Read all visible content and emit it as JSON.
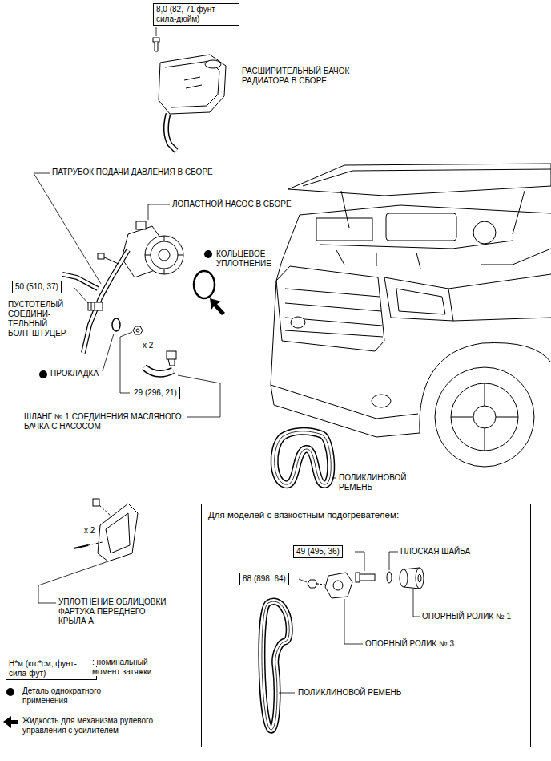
{
  "diagram": {
    "nodes": [
      {
        "text": [
          "8,0 (82, 71 фунт- сила-дюйм)"
        ]
      },
      {
        "text": [
          "50 (510, 37)"
        ]
      },
      {
        "text": [
          "29 (296, 21)"
        ]
      },
      {
        "text": [
          "Для моделей с вязкостным подогревателем:"
        ]
      },
      {
        "text": [
          "49 (495, 36)"
        ],
        "in": 3
      },
      {
        "text": [
          "88 (898, 64)"
        ],
        "in": 3
      },
      {
        "text": [
          "Н*м (кгс*см, фунт- сила-фут)"
        ]
      }
    ],
    "labels": [
      "РАСШИРИТЕЛЬНЫЙ БАЧОК РАДИАТОРА В СБОРЕ",
      "ПАТРУБОК ПОДАЧИ ДАВЛЕНИЯ В СБОРЕ",
      "ЛОПАСТНОЙ НАСОС В СБОРЕ",
      "КОЛЬЦЕВОЕ УПЛОТНЕНИЕ",
      "ПУСТОТЕЛЫЙ СОЕДИНИ- ТЕЛЬНЫЙ БОЛТ-ШТУЦЕР",
      "x 2",
      "ПРОКЛАДКА",
      "ШЛАНГ № 1 СОЕДИНЕНИЯ МАСЛЯНОГО БАЧКА С НАСОСОМ",
      "ПОЛИКЛИНОВОЙ РЕМЕНЬ",
      "x 2",
      "УПЛОТНЕНИЕ ОБЛИЦОВКИ ФАРТУКА ПЕРЕДНЕГО КРЫЛА A",
      "ПЛОСКАЯ ШАЙБА",
      "ОПОРНЫЙ РОЛИК № 1",
      "ОПОРНЫЙ РОЛИК № 3",
      "ПОЛИКЛИНОВОЙ РЕМЕНЬ"
    ],
    "legend": [
      {
        "text": ": номинальный момент затяжки"
      },
      {
        "text": "Деталь однократного применения"
      },
      {
        "text": "Жидкость для механизма рулевого управления с усилителем"
      }
    ]
  }
}
